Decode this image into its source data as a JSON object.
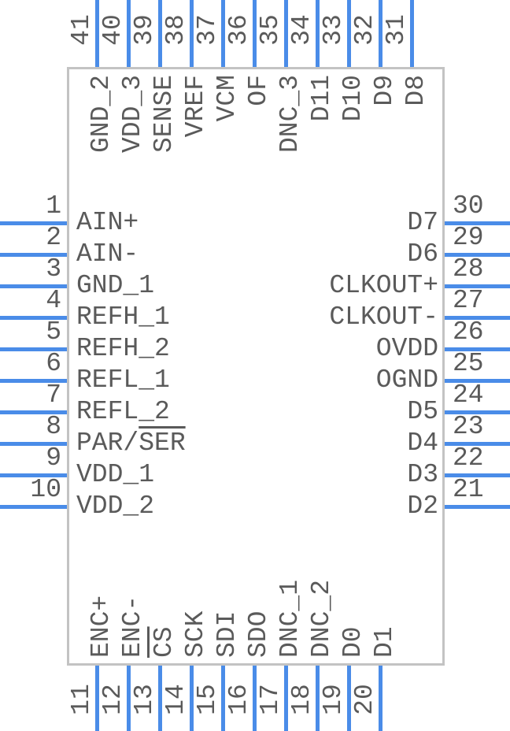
{
  "diagram": {
    "type": "ic-pinout-symbol",
    "colors": {
      "pin_line": "#4a8ce8",
      "text": "#5a5a5a",
      "body_border": "#c3c3c3",
      "background": "#ffffff"
    },
    "left_pins": [
      {
        "number": "1",
        "label": "AIN+",
        "overline": ""
      },
      {
        "number": "2",
        "label": "AIN-",
        "overline": ""
      },
      {
        "number": "3",
        "label": "GND_1",
        "overline": ""
      },
      {
        "number": "4",
        "label": "REFH_1",
        "overline": ""
      },
      {
        "number": "5",
        "label": "REFH_2",
        "overline": ""
      },
      {
        "number": "6",
        "label": "REFL_1",
        "overline": ""
      },
      {
        "number": "7",
        "label": "REFL_2",
        "overline": ""
      },
      {
        "number": "8",
        "label": "PAR/SER",
        "overline": "SER"
      },
      {
        "number": "9",
        "label": "VDD_1",
        "overline": ""
      },
      {
        "number": "10",
        "label": "VDD_2",
        "overline": ""
      }
    ],
    "right_pins": [
      {
        "number": "30",
        "label": "D7",
        "overline": ""
      },
      {
        "number": "29",
        "label": "D6",
        "overline": ""
      },
      {
        "number": "28",
        "label": "CLKOUT+",
        "overline": ""
      },
      {
        "number": "27",
        "label": "CLKOUT-",
        "overline": ""
      },
      {
        "number": "26",
        "label": "OVDD",
        "overline": ""
      },
      {
        "number": "25",
        "label": "OGND",
        "overline": ""
      },
      {
        "number": "24",
        "label": "D5",
        "overline": ""
      },
      {
        "number": "23",
        "label": "D4",
        "overline": ""
      },
      {
        "number": "22",
        "label": "D3",
        "overline": ""
      },
      {
        "number": "21",
        "label": "D2",
        "overline": ""
      }
    ],
    "top_pins": [
      {
        "number": "41",
        "label": "GND_2",
        "overline": ""
      },
      {
        "number": "40",
        "label": "VDD_3",
        "overline": ""
      },
      {
        "number": "39",
        "label": "SENSE",
        "overline": ""
      },
      {
        "number": "38",
        "label": "VREF",
        "overline": ""
      },
      {
        "number": "37",
        "label": "VCM",
        "overline": ""
      },
      {
        "number": "36",
        "label": "OF",
        "overline": ""
      },
      {
        "number": "35",
        "label": "DNC_3",
        "overline": ""
      },
      {
        "number": "34",
        "label": "D11",
        "overline": ""
      },
      {
        "number": "33",
        "label": "D10",
        "overline": ""
      },
      {
        "number": "32",
        "label": "D9",
        "overline": ""
      },
      {
        "number": "31",
        "label": "D8",
        "overline": ""
      }
    ],
    "bottom_pins": [
      {
        "number": "11",
        "label": "ENC+",
        "overline": ""
      },
      {
        "number": "12",
        "label": "ENC-",
        "overline": ""
      },
      {
        "number": "13",
        "label": "CS",
        "overline": "CS"
      },
      {
        "number": "14",
        "label": "SCK",
        "overline": ""
      },
      {
        "number": "15",
        "label": "SDI",
        "overline": ""
      },
      {
        "number": "16",
        "label": "SDO",
        "overline": ""
      },
      {
        "number": "17",
        "label": "DNC_1",
        "overline": ""
      },
      {
        "number": "18",
        "label": "DNC_2",
        "overline": ""
      },
      {
        "number": "19",
        "label": "D0",
        "overline": ""
      },
      {
        "number": "20",
        "label": "D1",
        "overline": ""
      }
    ]
  }
}
